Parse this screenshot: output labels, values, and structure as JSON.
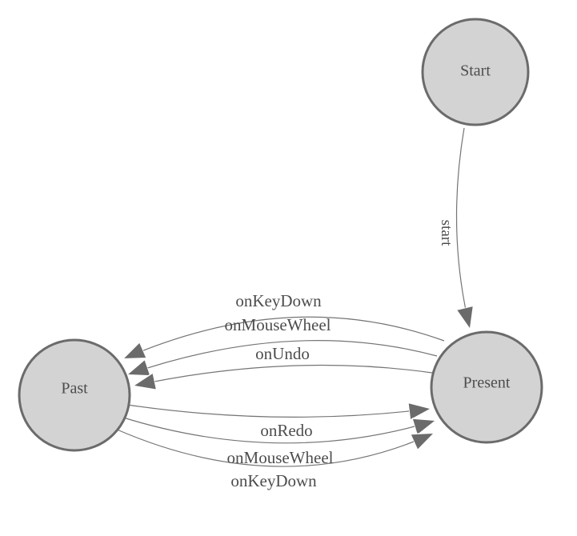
{
  "diagram": {
    "type": "state-machine",
    "nodes": [
      {
        "id": "start",
        "label": "Start"
      },
      {
        "id": "present",
        "label": "Present"
      },
      {
        "id": "past",
        "label": "Past"
      }
    ],
    "edges": [
      {
        "from": "Start",
        "to": "Present",
        "label": "start"
      },
      {
        "from": "Present",
        "to": "Past",
        "label": "onKeyDown"
      },
      {
        "from": "Present",
        "to": "Past",
        "label": "onMouseWheel"
      },
      {
        "from": "Present",
        "to": "Past",
        "label": "onUndo"
      },
      {
        "from": "Past",
        "to": "Present",
        "label": "onRedo"
      },
      {
        "from": "Past",
        "to": "Present",
        "label": "onMouseWheel"
      },
      {
        "from": "Past",
        "to": "Present",
        "label": "onKeyDown"
      }
    ],
    "colors": {
      "node_fill": "#d3d3d3",
      "node_stroke": "#6b6b6b",
      "edge_line": "#757575",
      "arrow_fill": "#6b6b6b",
      "label_text": "#4d4d4d",
      "canvas_bg": "#ffffff"
    }
  }
}
